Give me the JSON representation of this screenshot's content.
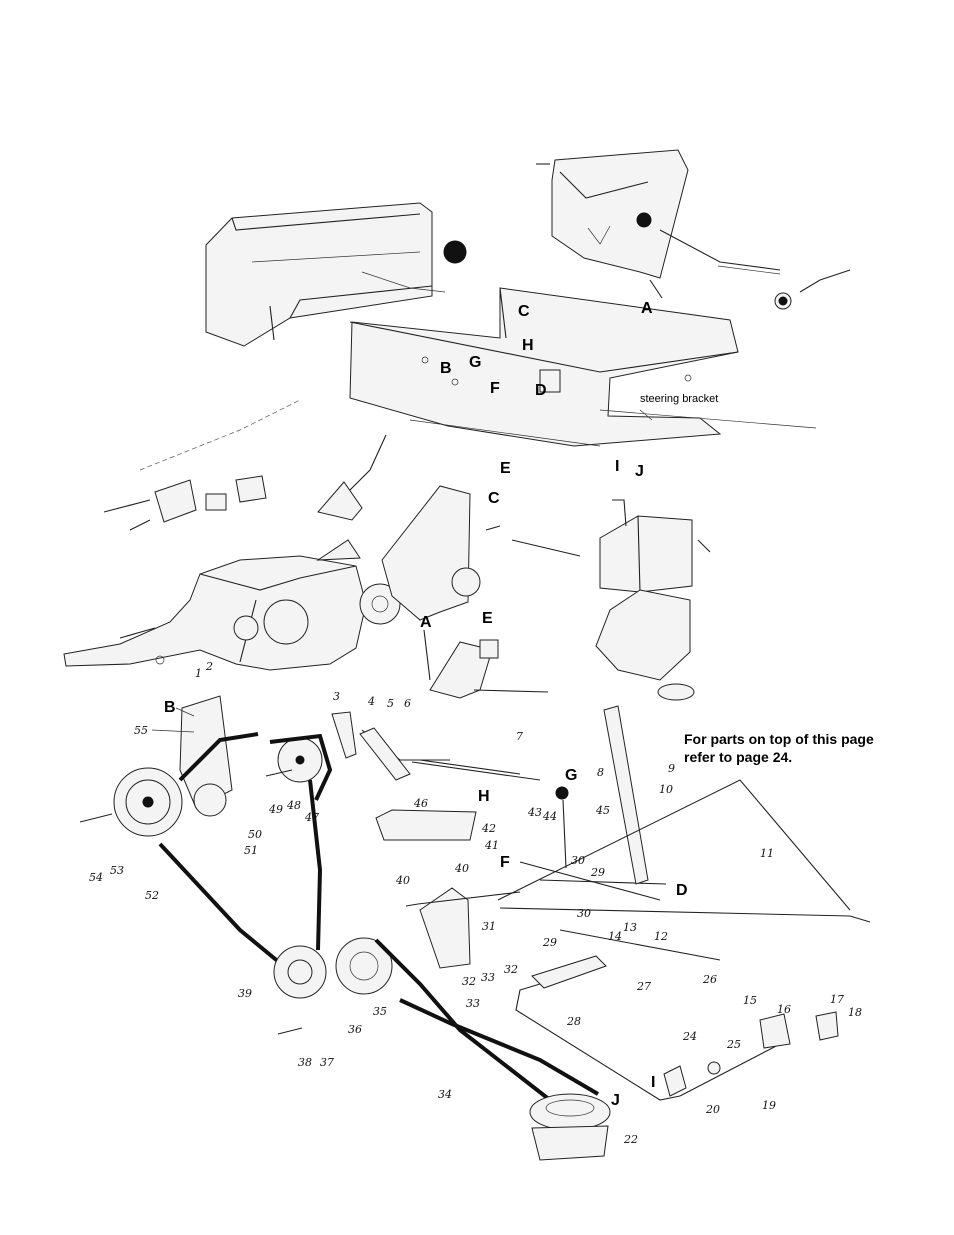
{
  "letter_labels": {
    "A_top": "A",
    "C_top": "C",
    "H_top": "H",
    "G_top": "G",
    "B_top": "B",
    "F_top": "F",
    "D_top": "D",
    "E_top": "E",
    "I_top": "I",
    "J_top": "J",
    "C_mid": "C",
    "A_mid": "A",
    "E_mid": "E",
    "B_low": "B",
    "G_low": "G",
    "H_low": "H",
    "F_low": "F",
    "D_low": "D",
    "I_low": "I",
    "J_low": "J"
  },
  "steering_bracket_label": "steering bracket",
  "note": "For parts on top of this page refer to page 24.",
  "part_numbers": {
    "p1": "1",
    "p2": "2",
    "p3": "3",
    "p4": "4",
    "p5": "5",
    "p6": "6",
    "p7": "7",
    "p8": "8",
    "p9": "9",
    "p10": "10",
    "p11": "11",
    "p12": "12",
    "p13": "13",
    "p14": "14",
    "p15": "15",
    "p16": "16",
    "p17": "17",
    "p18": "18",
    "p19": "19",
    "p20": "20",
    "p22": "22",
    "p24": "24",
    "p25": "25",
    "p26": "26",
    "p27": "27",
    "p28": "28",
    "p29a": "29",
    "p29b": "29",
    "p30a": "30",
    "p30b": "30",
    "p31": "31",
    "p32a": "32",
    "p32b": "32",
    "p33a": "33",
    "p33b": "33",
    "p34": "34",
    "p35": "35",
    "p36": "36",
    "p37": "37",
    "p38": "38",
    "p39": "39",
    "p40a": "40",
    "p40b": "40",
    "p41": "41",
    "p42": "42",
    "p43": "43",
    "p44": "44",
    "p45": "45",
    "p46": "46",
    "p47": "47",
    "p48": "48",
    "p49": "49",
    "p50": "50",
    "p51": "51",
    "p52": "52",
    "p53": "53",
    "p54": "54",
    "p55": "55"
  }
}
